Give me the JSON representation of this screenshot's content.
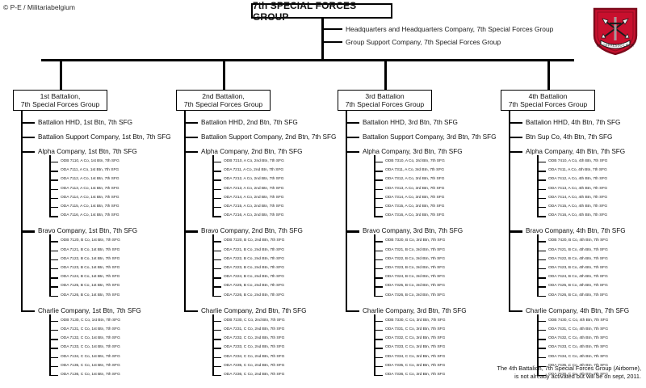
{
  "credit": "© P-E / Militariabelgium",
  "root": {
    "title": "7th SPECIAL FORCES GROUP",
    "staff": [
      "Headquarters and Headquarters Company,  7th Special Forces Group",
      "Group Support Company,  7th Special Forces Group"
    ]
  },
  "crest": {
    "name": "7th-special-forces-group-crest",
    "shield_color": "#C8102E",
    "border_color": "#8f0b20",
    "motto": "DE OPPRESSO LIBER"
  },
  "footnote": [
    "The 4th Battalion, 7th Special Forces Group (Airborne),",
    "is not already activated but will be on sept, 2011."
  ],
  "battalions": [
    {
      "title_line1": "1st Battalion,",
      "title_line2": "7th Special Forces Group",
      "direct": [
        "Battalion HHD, 1st Btn, 7th SFG",
        "Battalion  Support Company, 1st Btn, 7th SFG"
      ],
      "companies": [
        {
          "label": "Alpha Company, 1st Btn, 7th SFG",
          "teams": [
            "ODB 7110, A Co, 1st Btn, 7th SFG",
            "ODA 7111, A Co, 1st Btn, 7th SFG",
            "ODA 7112, A Co, 1st Btn, 7th SFG",
            "ODA 7113, A Co, 1st Btn, 7th SFG",
            "ODA 7114, A Co, 1st Btn, 7th SFG",
            "ODA 7115, A Co, 1st Btn, 7th SFG",
            "ODA 7116, A Co, 1st Btn, 7th SFG"
          ]
        },
        {
          "label": "Bravo Company, 1st Btn, 7th SFG",
          "teams": [
            "ODB 7120, B Co, 1st Btn, 7th SFG",
            "ODA 7121, B Co, 1st Btn, 7th SFG",
            "ODA 7122, B Co, 1st Btn, 7th SFG",
            "ODA 7123, B Co, 1st Btn, 7th SFG",
            "ODA 7124, B Co, 1st Btn, 7th SFG",
            "ODA 7125, B Co, 1st Btn, 7th SFG",
            "ODA 7126, B Co, 1st Btn, 7th SFG"
          ]
        },
        {
          "label": "Charlie Company, 1st Btn, 7th SFG",
          "teams": [
            "ODB 7130, C Co, 1st Btn, 7th SFG",
            "ODA 7131, C Co, 1st Btn, 7th SFG",
            "ODA 7132, C Co, 1st Btn, 7th SFG",
            "ODA 7133, C Co, 1st Btn, 7th SFG",
            "ODA 7134, C Co, 1st Btn, 7th SFG",
            "ODA 7135, C Co, 1st Btn, 7th SFG",
            "ODA 7136, C Co, 1st Btn, 7th SFG"
          ]
        }
      ]
    },
    {
      "title_line1": "2nd Battalion,",
      "title_line2": "7th Special Forces Group",
      "direct": [
        "Battalion HHD, 2nd Btn, 7th SFG",
        "Battalion  Support Company, 2nd Btn, 7th SFG"
      ],
      "companies": [
        {
          "label": "Alpha Company, 2nd Btn, 7th SFG",
          "teams": [
            "ODB 7210, A Co, 2nd Btn, 7th SFG",
            "ODA 7211, A Co, 2nd Btn, 7th SFG",
            "ODA 7212, A Co, 2nd Btn, 7th SFG",
            "ODA 7213, A Co, 2nd Btn, 7th SFG",
            "ODA 7214, A Co, 2nd Btn, 7th SFG",
            "ODA 7215, A Co, 2nd Btn, 7th SFG",
            "ODA 7216, A Co, 2nd Btn, 7th SFG"
          ]
        },
        {
          "label": "Bravo Company, 2nd Btn, 7th SFG",
          "teams": [
            "ODB 7220, B Co, 2nd Btn, 7th SFG",
            "ODA 7221, B Co, 2nd Btn, 7th SFG",
            "ODA 7222, B Co, 2nd Btn, 7th SFG",
            "ODA 7223, B Co, 2nd Btn, 7th SFG",
            "ODA 7224, B Co, 2nd Btn, 7th SFG",
            "ODA 7225, B Co, 2nd Btn, 7th SFG",
            "ODA 7226, B Co, 2nd Btn, 7th SFG"
          ]
        },
        {
          "label": "Charlie Company, 2nd Btn, 7th SFG",
          "teams": [
            "ODB 7230, C Co, 2nd Btn, 7th SFG",
            "ODA 7231, C Co, 2nd Btn, 7th SFG",
            "ODA 7232, C Co, 2nd Btn, 7th SFG",
            "ODA 7233, C Co, 2nd Btn, 7th SFG",
            "ODA 7234, C Co, 2nd Btn, 7th SFG",
            "ODA 7235, C Co, 2nd Btn, 7th SFG",
            "ODA 7236, C Co, 2nd Btn, 7th SFG"
          ]
        }
      ]
    },
    {
      "title_line1": "3rd Battalion",
      "title_line2": "7th Special Forces Group",
      "direct": [
        "Battalion HHD,  3rd Btn, 7th SFG",
        "Battalion  Support Company, 3rd Btn,  7th SFG"
      ],
      "companies": [
        {
          "label": "Alpha Company, 3rd Btn, 7th SFG",
          "teams": [
            "ODB 7310, A Co, 3rd Btn, 7th SFG",
            "ODA 7311, A Co, 3rd Btn, 7th SFG",
            "ODA 7312, A Co, 3rd Btn, 7th SFG",
            "ODA 7313, A Co, 3rd Btn, 7th SFG",
            "ODA 7314, A Co, 3rd Btn, 7th SFG",
            "ODA 7315, A Co, 3rd Btn, 7th SFG",
            "ODA 7316, A Co, 3rd Btn, 7th SFG"
          ]
        },
        {
          "label": "Bravo Company, 3rd Btn, 7th SFG",
          "teams": [
            "ODB 7320, B Co, 3rd Btn, 7th SFG",
            "ODA 7321, B Co, 3rd Btn, 7th SFG",
            "ODA 7322, B Co, 3rd Btn, 7th SFG",
            "ODA 7323, B Co, 3rd Btn, 7th SFG",
            "ODA 7324, B Co, 3rd Btn, 7th SFG",
            "ODA 7325, B Co, 3rd Btn, 7th SFG",
            "ODA 7326, B Co, 3rd Btn, 7th SFG"
          ]
        },
        {
          "label": "Charlie Company, 3rd Btn, 7th SFG",
          "teams": [
            "ODB 7330, C Co, 3rd Btn, 7th SFG",
            "ODA 7331, C Co, 3rd Btn, 7th SFG",
            "ODA 7332, C Co, 3rd Btn, 7th SFG",
            "ODA 7333, C Co, 3rd Btn, 7th SFG",
            "ODA 7334, C Co, 3rd Btn, 7th SFG",
            "ODA 7335, C Co, 3rd Btn, 7th SFG",
            "ODA 7336, C Co, 3rd Btn, 7th SFG"
          ]
        }
      ]
    },
    {
      "title_line1": "4th Battalion",
      "title_line2": "7th Special Forces Group",
      "direct": [
        "Battalion HHD, 4th Btn, 7th SFG",
        "Btn  Sup Co, 4th Btn, 7th SFG"
      ],
      "companies": [
        {
          "label": "Alpha Company, 4th Btn, 7th SFG",
          "teams": [
            "ODB 7410, A Co, 4th Btn, 7th SFG",
            "ODA 7411, A Co, 4th Btn, 7th SFG",
            "ODA 7412, A Co, 4th Btn, 7th SFG",
            "ODA 7413, A Co, 4th Btn, 7th SFG",
            "ODA 7414, A Co, 4th Btn, 7th SFG",
            "ODA 7415, A Co, 4th Btn, 7th SFG",
            "ODA 7416, A Co, 4th Btn, 7th SFG"
          ]
        },
        {
          "label": "Bravo Company, 4th Btn, 7th SFG",
          "teams": [
            "ODB 7420, B Co, 4th Btn, 7th SFG",
            "ODA 7421, B Co, 4th Btn, 7th SFG",
            "ODA 7422, B Co, 4th Btn, 7th SFG",
            "ODA 7423, B Co, 4th Btn, 7th SFG",
            "ODA 7424, B Co, 4th Btn, 7th SFG",
            "ODA 7425, B Co, 4th Btn, 7th SFG",
            "ODA 7426, B Co, 4th Btn, 7th SFG"
          ]
        },
        {
          "label": "Charlie Company, 4th Btn, 7th SFG",
          "teams": [
            "ODB 7430, C Co, 4th Btn, 7th SFG",
            "ODA 7431, C Co, 4th Btn, 7th SFG",
            "ODA 7432, C Co, 4th Btn, 7th SFG",
            "ODA 7433, C Co, 4th Btn, 7th SFG",
            "ODA 7434, C Co, 4th Btn, 7th SFG",
            "ODA 7435, C Co, 4th Btn, 7th SFG",
            "ODA 7436, C Co, 4th Btn, 7th SFG"
          ]
        }
      ]
    }
  ]
}
